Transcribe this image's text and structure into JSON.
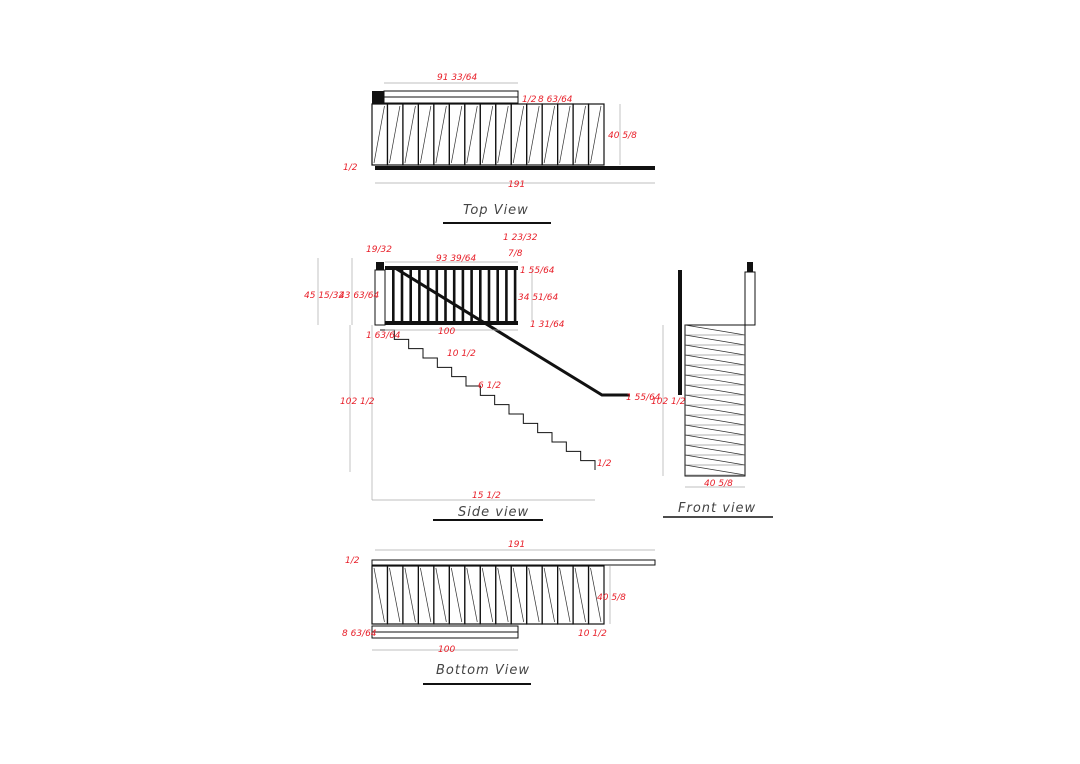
{
  "colors": {
    "dimension": "#e8202a",
    "line": "#111111",
    "title": "#444444"
  },
  "top_view": {
    "title": "Top View",
    "dims": {
      "rail_length": "91 33/64",
      "rail_offset": "1/2",
      "rail_width": "8 63/64",
      "depth": "40 5/8",
      "floor_offset": "1/2",
      "total_length": "191"
    }
  },
  "side_view": {
    "title": "Side view",
    "dims": {
      "post_cap": "19/32",
      "total_height": "45 15/32",
      "post_height": "43 63/64",
      "rail_length": "93 39/64",
      "top_offset": "1 23/32",
      "top_gap": "7/8",
      "top_rail": "1 55/64",
      "baluster_height": "34 51/64",
      "bottom_rail": "1 31/64",
      "base_length": "100",
      "base_offset": "1 63/64",
      "tread": "10 1/2",
      "riser": "6 1/2",
      "total_rise": "102 1/2",
      "end_offset": "1/2",
      "total_run": "15 1/2",
      "handrail_end": "1 55/64"
    }
  },
  "front_view": {
    "title": "Front view",
    "dims": {
      "height": "102 1/2",
      "width": "40 5/8"
    }
  },
  "bottom_view": {
    "title": "Bottom View",
    "dims": {
      "total_length": "191",
      "floor_offset": "1/2",
      "depth": "40 5/8",
      "rail_width": "8 63/64",
      "end_offset": "10 1/2",
      "rail_length": "100"
    }
  }
}
